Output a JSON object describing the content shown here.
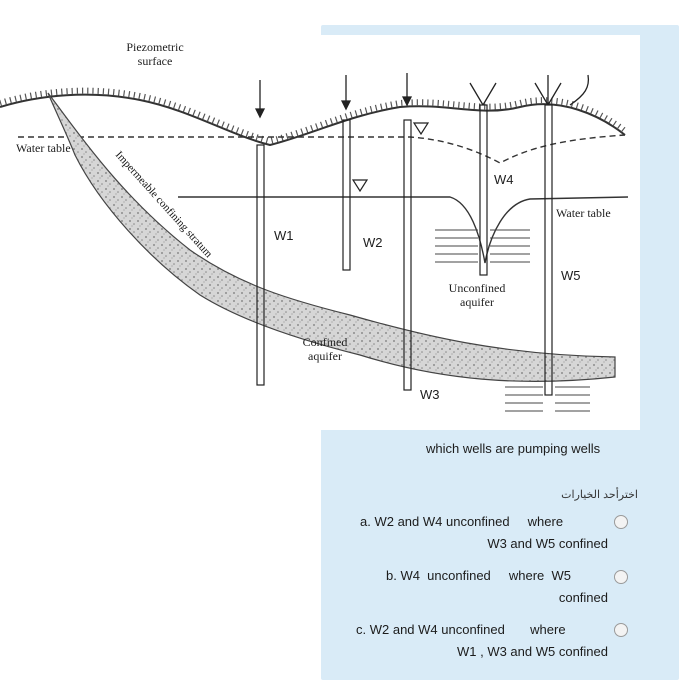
{
  "figure": {
    "piezometric_surface_label": [
      "Piezometric",
      "surface"
    ],
    "water_table_left_label": "Water table",
    "water_table_right_label": "Water table",
    "stratum_label": "Impermeable confining stratum",
    "confined_aquifer_label": [
      "Confined",
      "aquifer"
    ],
    "unconfined_aquifer_label": [
      "Unconfined",
      "aquifer"
    ],
    "wells": [
      "W1",
      "W2",
      "W3",
      "W4",
      "W5"
    ]
  },
  "question": {
    "text": "which wells are pumping wells",
    "choose_label": "اخترأحد الخيارات",
    "options": [
      {
        "line1": "a. W2 and W4 unconfined     where",
        "line2": "W3 and W5 confined"
      },
      {
        "line1": "b. W4  unconfined     where  W5",
        "line2": "confined"
      },
      {
        "line1": "c. W2 and W4 unconfined       where",
        "line2": "W1  , W3 and W5 confined"
      }
    ]
  }
}
